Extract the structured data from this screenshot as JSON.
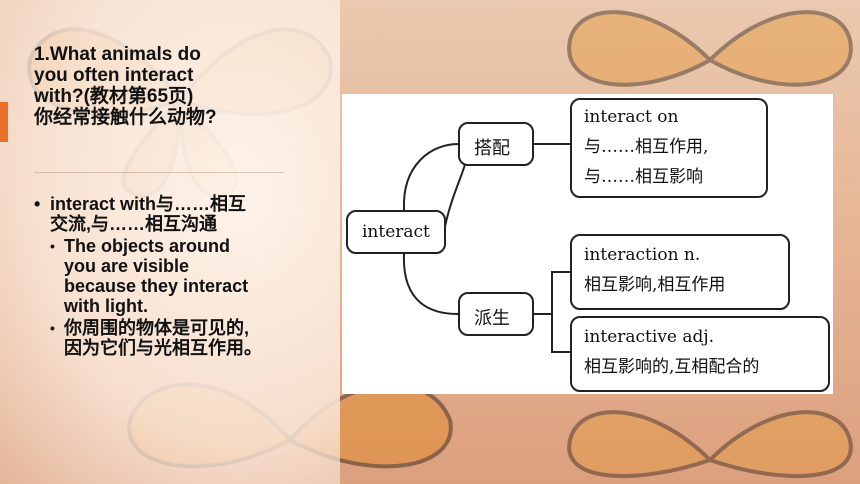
{
  "slide": {
    "title_lines": [
      "1.What animals do",
      "you often interact",
      "with?(教材第65页)",
      "你经常接触什么动物?"
    ],
    "bullet_main_lines": [
      "interact with与……相互",
      "交流,与……相互沟通"
    ],
    "sub_bullets": [
      {
        "lines": [
          "The objects around",
          "you are visible",
          "because they interact",
          "with light."
        ]
      },
      {
        "lines": [
          "你周围的物体是可见的,",
          "因为它们与光相互作用。"
        ]
      }
    ]
  },
  "diagram": {
    "root": "interact",
    "branches": [
      {
        "label": "搭配",
        "items": [
          {
            "lines": [
              "interact on",
              "与……相互作用,",
              "与……相互影响"
            ]
          }
        ]
      },
      {
        "label": "派生",
        "items": [
          {
            "lines": [
              "interaction n.",
              "相互影响,相互作用"
            ]
          },
          {
            "lines": [
              "interactive adj.",
              "相互影响的,互相配合的"
            ]
          }
        ]
      }
    ]
  },
  "colors": {
    "accent": "#e8702a",
    "text": "#111111",
    "diagram_bg": "#ffffff",
    "butterfly": "#e08a2c"
  }
}
